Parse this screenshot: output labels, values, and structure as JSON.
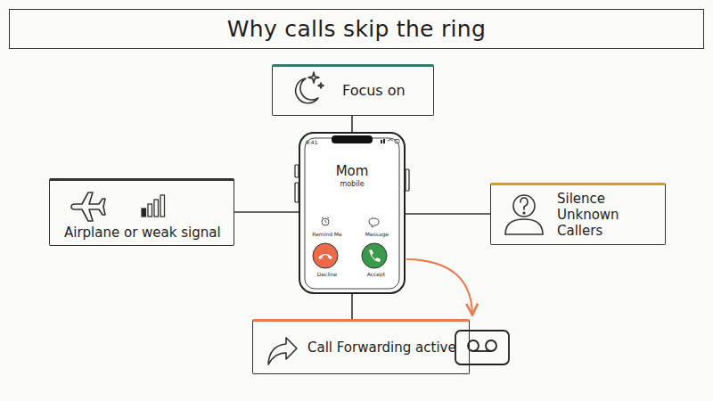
{
  "diagram": {
    "title": "Why calls skip the ring",
    "nodes": [
      {
        "text": [
          "Focus on"
        ]
      },
      {
        "text": [
          "Airplane or weak signal"
        ]
      },
      {
        "text": [
          "9:41",
          "Mom",
          "mobile",
          "Remind Me",
          "Message",
          "Decline",
          "Accept"
        ]
      },
      {
        "text": [
          "Silence Unknown Callers"
        ]
      },
      {
        "text": [
          "Call Forwarding active"
        ]
      }
    ],
    "edges": [
      {
        "from": 2,
        "to": 0,
        "arrow": "none"
      },
      {
        "from": 2,
        "to": 1,
        "arrow": "none"
      },
      {
        "from": 2,
        "to": 3,
        "arrow": "none"
      },
      {
        "from": 2,
        "to": 4,
        "arrow": "none"
      }
    ]
  }
}
